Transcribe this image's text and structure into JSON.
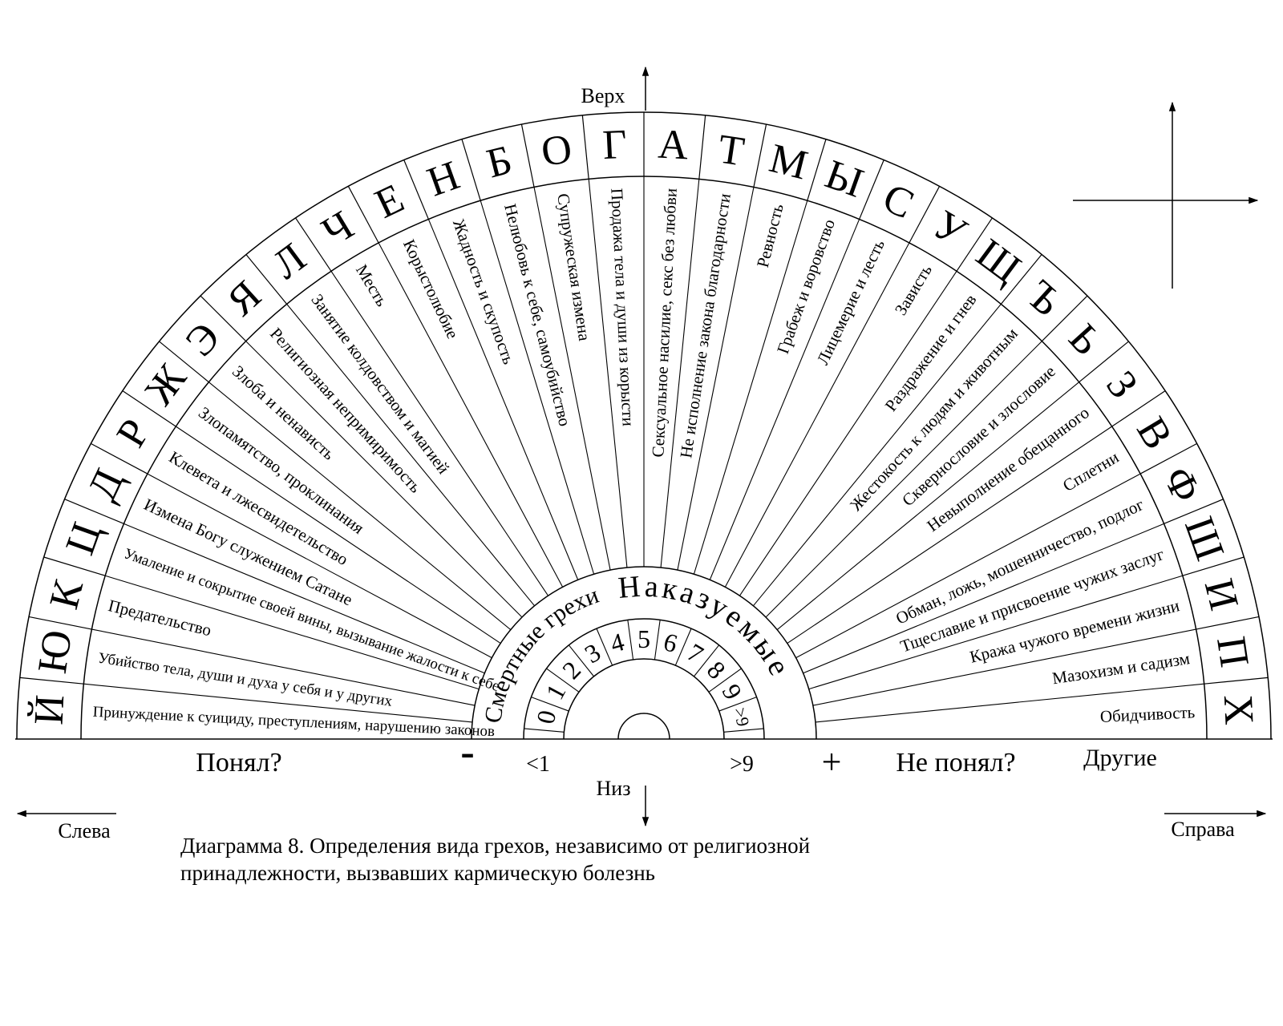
{
  "letters": [
    "Й",
    "Ю",
    "К",
    "Ц",
    "Д",
    "Р",
    "Ж",
    "Э",
    "Я",
    "Л",
    "Ч",
    "Е",
    "Н",
    "Б",
    "О",
    "Г",
    "А",
    "Т",
    "М",
    "Ы",
    "С",
    "У",
    "Щ",
    "Ъ",
    "Ь",
    "З",
    "В",
    "Ф",
    "Ш",
    "И",
    "П",
    "Х"
  ],
  "sins": [
    "Принуждение к суициду, преступлениям, нарушению законов",
    "Убийство тела, души и духа у себя и у других",
    "Предательство",
    "Умаление и сокрытие своей вины, вызывание жалости к себе",
    "Измена Богу служением Сатане",
    "Клевета и лжесвидетельство",
    "Злопамятство, проклинания",
    "Злоба и ненависть",
    "Религиозная непримиримость",
    "Занятие колдовством и магией",
    "Месть",
    "Корыстолюбие",
    "Жадность и скупость",
    "Нелюбовь к себе, самоубийство",
    "Супружеская измена",
    "Продажа тела и души из корысти",
    "Сексуальное насилие, секс без любви",
    "Не исполнение закона благодарности",
    "Ревность",
    "Грабеж и воровство",
    "Лицемерие и лесть",
    "Зависть",
    "Раздражение и гнев",
    "Жестокость к людям и животным",
    "Сквернословие и злословие",
    "Невыполнение обещанного",
    "Сплетни",
    "Обман, ложь, мошенничество, подлог",
    "Тщеславие и присвоение чужих заслуг",
    "Кража чужого времени  жизни",
    "Мазохизм и садизм",
    "Обидчивость"
  ],
  "numbers": [
    "0",
    "1",
    "2",
    "3",
    "4",
    "5",
    "6",
    "7",
    "8",
    "9",
    ">9"
  ],
  "inner_left": "Смертные грехи",
  "inner_right": "Наказуемые",
  "bottom": {
    "understood": "Понял?",
    "minus": "-",
    "less_one": "<1",
    "more_nine": ">9",
    "plus": "+",
    "not_understood": "Не понял?",
    "others": "Другие"
  },
  "directions": {
    "top": "Верх",
    "bottom": "Низ",
    "left": "Слева",
    "right": "Справа"
  },
  "caption_line1": "Диаграмма 8. Определения вида грехов, независимо от религиозной",
  "caption_line2": "принадлежности, вызвавших кармическую болезнь"
}
